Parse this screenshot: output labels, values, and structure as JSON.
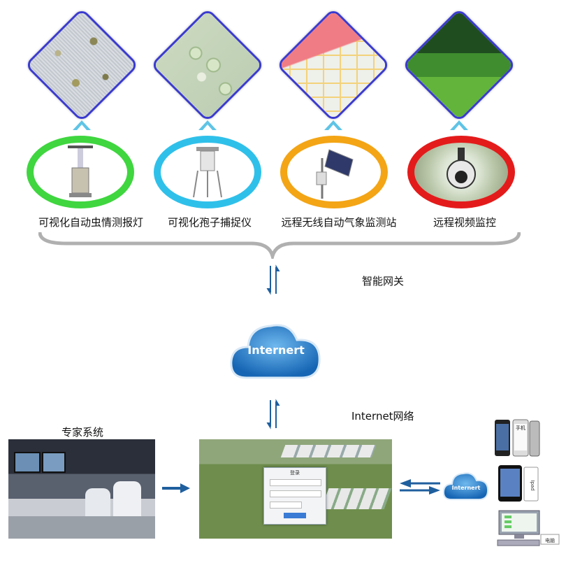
{
  "sensors": [
    {
      "label": "可视化自动虫情测报灯",
      "ring_color": "#3fd63f",
      "photo": "insects-on-mesh"
    },
    {
      "label": "可视化孢子捕捉仪",
      "ring_color": "#2fc0ea",
      "photo": "spores-microscope"
    },
    {
      "label": "远程无线自动气象监测站",
      "ring_color": "#f3a515",
      "photo": "map-screenshot"
    },
    {
      "label": "远程视频监控",
      "ring_color": "#e41b1b",
      "photo": "grass-field"
    }
  ],
  "gateway_label": "智能网关",
  "cloud_main": {
    "text": "Internert"
  },
  "network_label": "Internet网络",
  "expert_label": "专家系统",
  "platform": {
    "title": "",
    "login_header": "登录"
  },
  "cloud_small": {
    "text": "Internert"
  },
  "devices": {
    "phone_text": "手机",
    "tablet_text": "Ipad",
    "pc_text": "电脑"
  },
  "colors": {
    "arrow_blue": "#1f5f9e",
    "cloud_blue": "#1a78c8",
    "up_arrow": "#5fc4e6"
  },
  "icons": [
    "up-arrow-icon",
    "double-arrow-icon",
    "cloud-icon",
    "right-arrow-icon",
    "left-right-arrow-icon",
    "smartphone-icon",
    "tablet-icon",
    "desktop-pc-icon"
  ]
}
